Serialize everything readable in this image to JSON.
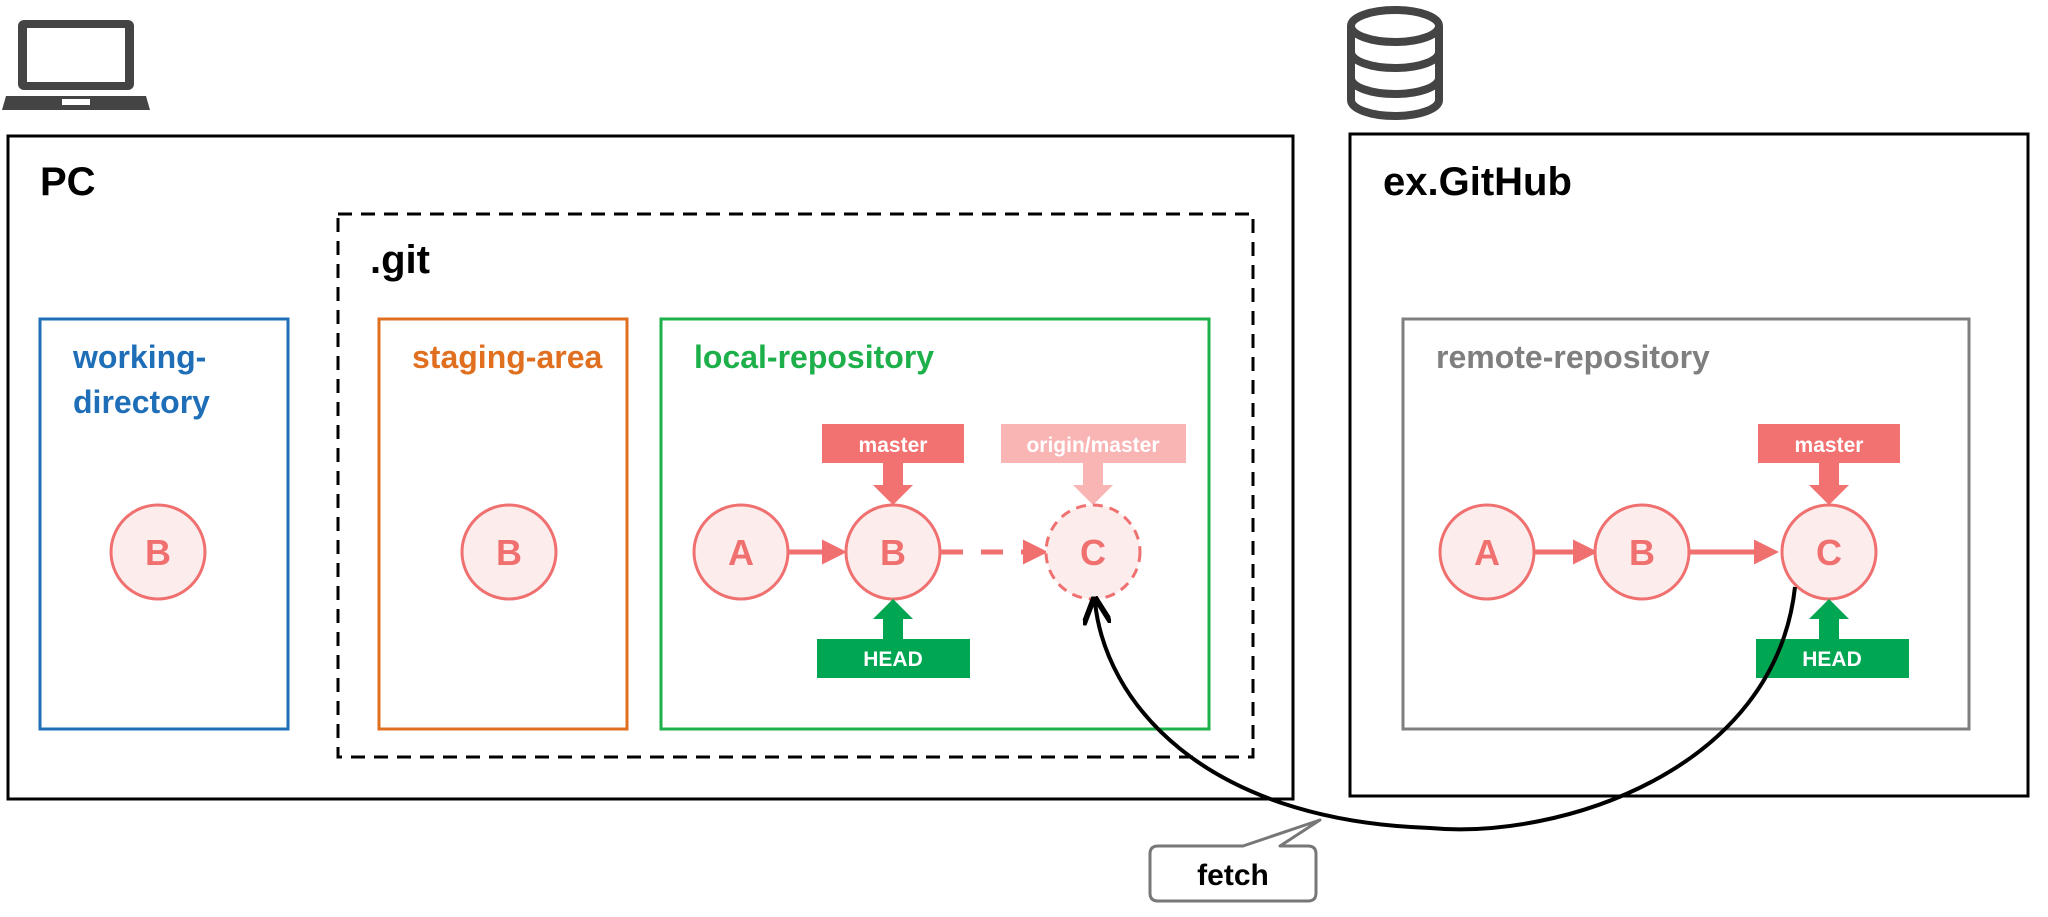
{
  "colors": {
    "black": "#000000",
    "working": "#1f6fb8",
    "staging": "#e07020",
    "local": "#1db04a",
    "remote": "#7f7f7f",
    "commit_stroke": "#f07070",
    "commit_fill": "#fdecec",
    "commit_text": "#f07070",
    "master_tag": "#f27272",
    "origin_tag": "#f9b4b4",
    "head_tag": "#00a651",
    "tag_text": "#ffffff",
    "callout_stroke": "#777777",
    "icon": "#444444"
  },
  "icons": {
    "pc": "laptop-icon",
    "remote": "database-icon"
  },
  "pc": {
    "title": "PC",
    "git_title": ".git",
    "working": {
      "line1": "working-",
      "line2": "directory",
      "commit": "B"
    },
    "staging": {
      "title": "staging-area",
      "commit": "B"
    },
    "local": {
      "title": "local-repository",
      "commits": [
        "A",
        "B",
        "C"
      ],
      "master_label": "master",
      "origin_label": "origin/master",
      "head_label": "HEAD"
    }
  },
  "remote": {
    "title": "ex.GitHub",
    "repo_title": "remote-repository",
    "commits": [
      "A",
      "B",
      "C"
    ],
    "master_label": "master",
    "head_label": "HEAD"
  },
  "callout": {
    "label": "fetch"
  }
}
